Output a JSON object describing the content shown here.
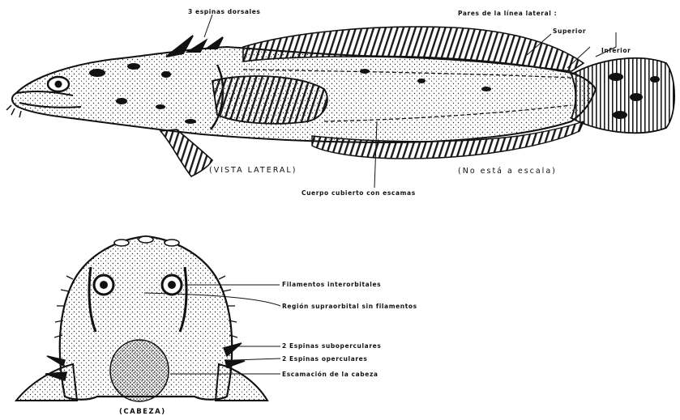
{
  "labels": {
    "dorsal_spines": "3 espinas dorsales",
    "lateral_line_pairs": "Pares de la línea lateral :",
    "lateral_upper": "Superior",
    "lateral_lower": "Inferior",
    "lateral_view": "(VISTA LATERAL)",
    "not_to_scale": "(No está a escala)",
    "body_scales": "Cuerpo cubierto con escamas",
    "interorbital": "Filamentos interorbitales",
    "supraorbital": "Región supraorbital sin filamentos",
    "subopercular": "2 Espinas suboperculares",
    "opercular": "2 Espinas operculares",
    "head_scales": "Escamación de la cabeza",
    "head_view": "(CABEZA)"
  },
  "colors": {
    "ink": "#111111",
    "paper": "#ffffff"
  }
}
